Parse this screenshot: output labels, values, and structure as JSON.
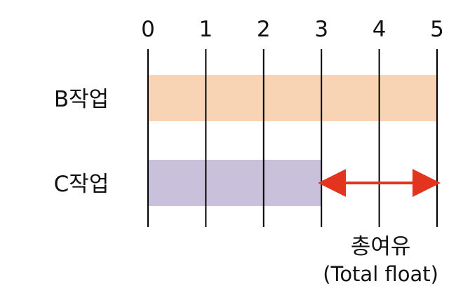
{
  "chart_data": {
    "type": "gantt",
    "axis": {
      "ticks": [
        0,
        1,
        2,
        3,
        4,
        5
      ],
      "tick_labels": [
        "0",
        "1",
        "2",
        "3",
        "4",
        "5"
      ],
      "range": [
        0,
        5
      ],
      "vertical_gridlines": true
    },
    "tasks": [
      {
        "label": "B작업",
        "start": 0,
        "end": 5,
        "color": "#F8D4B5"
      },
      {
        "label": "C작업",
        "start": 0,
        "end": 3,
        "color": "#C9C0DB"
      }
    ],
    "annotation": {
      "type": "double-arrow",
      "task_index": 1,
      "from": 3,
      "to": 5,
      "color": "#E2341F",
      "label_line1": "총여유",
      "label_line2": "(Total float)"
    }
  }
}
